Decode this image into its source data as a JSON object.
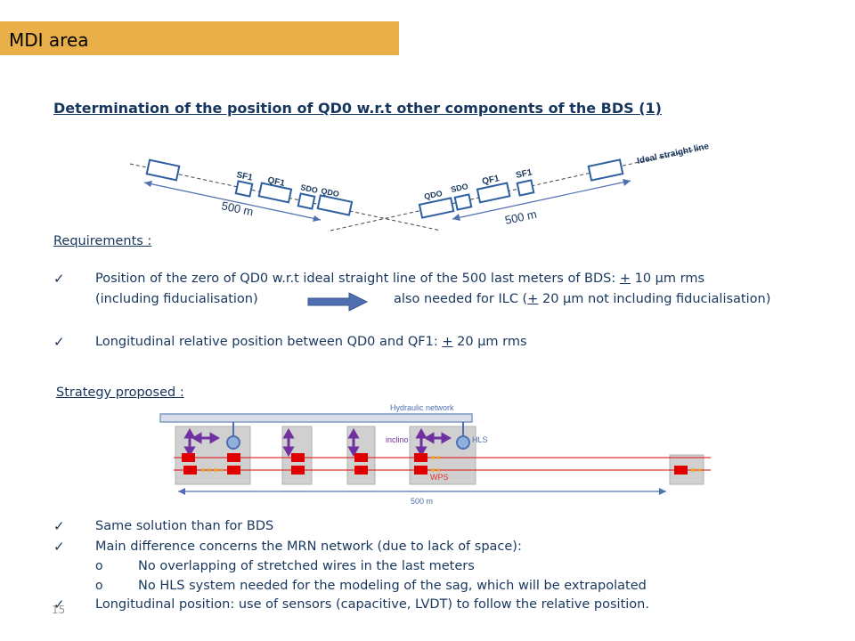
{
  "header": {
    "title": "MDI area"
  },
  "slide_title": "Determination of the position of QD0 w.r.t other components of the BDS (1)",
  "diagram1": {
    "labels": {
      "ideal_line": "Ideal straight line",
      "left_dist": "500 m",
      "right_dist": "500 m",
      "sf1_left": "SF1",
      "qf1_left": "QF1",
      "sd0_left": "SDO",
      "qd0_left": "QDO",
      "qd0_right": "QDO",
      "sd0_right": "SDO",
      "qf1_right": "QF1",
      "sf1_right": "SF1"
    }
  },
  "requirements": {
    "heading": "Requirements :",
    "item1_line1_a": "Position of the zero of QD0 w.r.t ideal straight line of the 500 last meters of BDS: ",
    "item1_line1_pm": "+",
    "item1_line1_b": " 10 µm rms",
    "item1_line2_a": "(including fiducialisation)",
    "item1_line2_b": "also needed for ILC (",
    "item1_line2_pm": "+",
    "item1_line2_c": " 20 µm not including fiducialisation)",
    "item2_a": "Longitudinal relative position between QD0 and QF1: ",
    "item2_pm": "+",
    "item2_b": " 20 µm rms"
  },
  "strategy": {
    "heading": "Strategy proposed :"
  },
  "diagram2": {
    "labels": {
      "hydraulic": "Hydraulic network",
      "inclino": "inclino",
      "hls": "HLS",
      "wps": "WPS",
      "dist": "500 m"
    }
  },
  "bullets": {
    "b1": "Same solution than for BDS",
    "b2": "Main difference concerns the MRN network (due to lack of space):",
    "b2_sub1": "No overlapping of stretched wires in the last meters",
    "b2_sub2": "No HLS system needed for the modeling of the sag, which will be extrapolated",
    "b3": "Longitudinal position: use of sensors (capacitive, LVDT) to follow the relative position."
  },
  "slide_number": "15",
  "colors": {
    "header": "#e9b04a",
    "text": "#17365d",
    "magnet": "#2e5fa0",
    "arrow": "#4f6fb0"
  }
}
